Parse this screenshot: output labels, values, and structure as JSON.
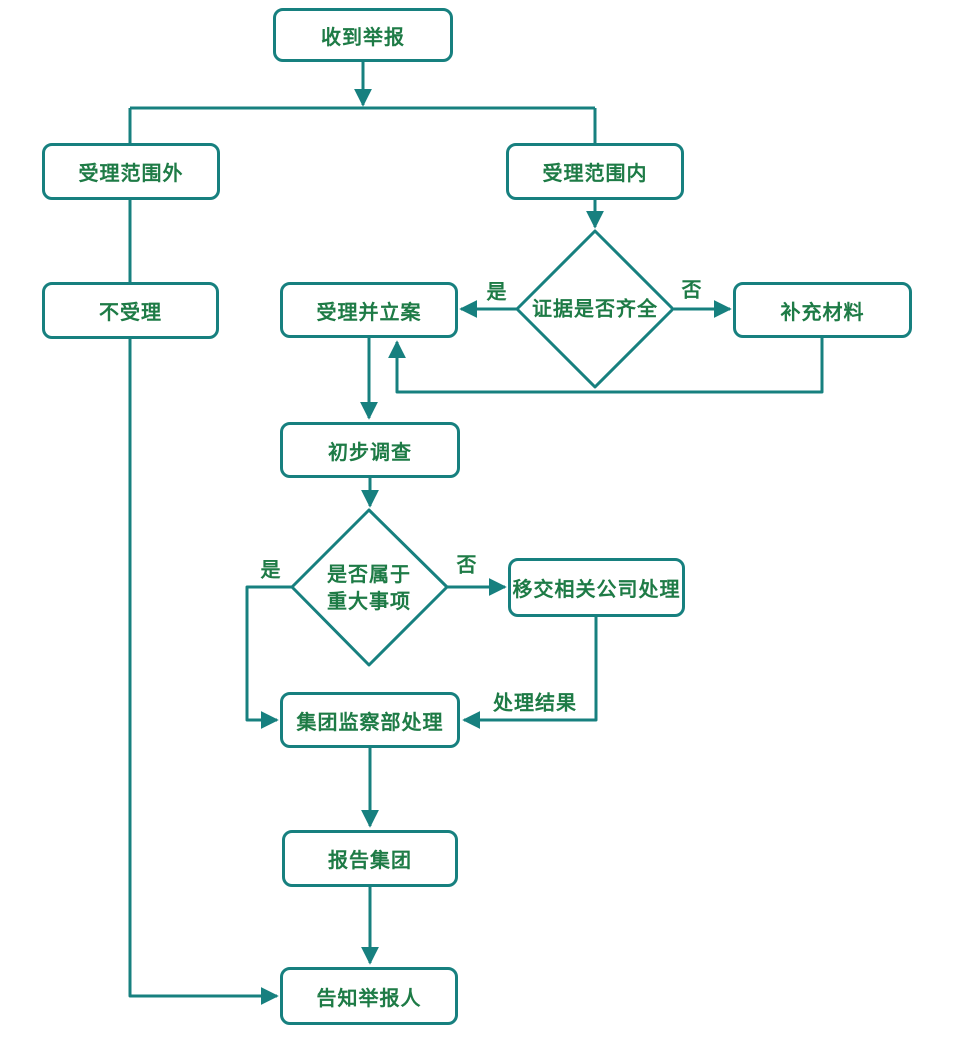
{
  "colors": {
    "line": "#17807F",
    "text": "#1E7B46",
    "box_bg": "#FFFFFF",
    "canvas_bg": "#FFFFFF"
  },
  "nodes": {
    "receive_report": {
      "label": "收到举报"
    },
    "out_of_scope": {
      "label": "受理范围外"
    },
    "in_scope": {
      "label": "受理范围内"
    },
    "not_accepted": {
      "label": "不受理"
    },
    "accept_and_file": {
      "label": "受理并立案"
    },
    "supplement_materials": {
      "label": "补充材料"
    },
    "evidence_complete": {
      "label": "证据是否齐全"
    },
    "preliminary_investigation": {
      "label": "初步调查"
    },
    "major_matter": {
      "label": "是否属于\n重大事项"
    },
    "transfer_to_company": {
      "label": "移交相关公司处理"
    },
    "group_supervision_dept": {
      "label": "集团监察部处理"
    },
    "report_to_group": {
      "label": "报告集团"
    },
    "inform_reporter": {
      "label": "告知举报人"
    }
  },
  "edge_labels": {
    "evidence_yes": "是",
    "evidence_no": "否",
    "major_yes": "是",
    "major_no": "否",
    "handling_result": "处理结果"
  }
}
